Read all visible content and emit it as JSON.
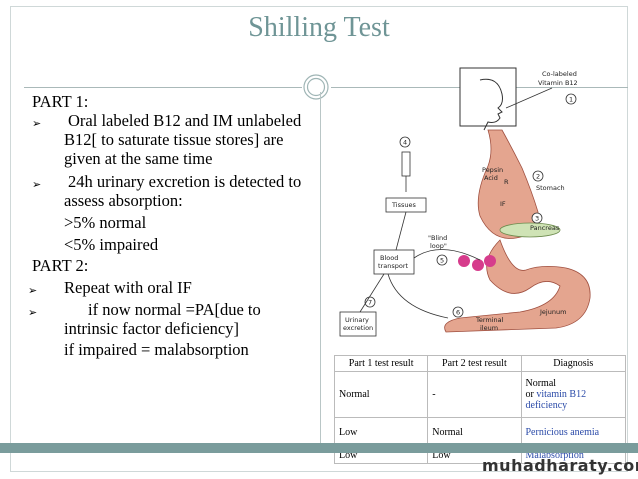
{
  "slide": {
    "title": "Shilling Test"
  },
  "left_text": {
    "part1": "PART 1:",
    "bullet1": "Oral labeled B12 and IM unlabeled B12[ to saturate tissue stores] are given at the same time",
    "bullet2": "24h urinary excretion is detected to assess absorption:",
    "normal": ">5% normal",
    "impaired": "<5% impaired",
    "part2": "PART 2:",
    "bullet3": "Repeat with oral IF",
    "bullet4": "if now normal =PA[due to intrinsic factor deficiency]",
    "malabs": "if impaired = malabsorption"
  },
  "diagram": {
    "co_label_1": "Co-labeled",
    "co_label_2": "Vitamin B12",
    "tissues": "Tissues",
    "blood_1": "Blood",
    "blood_2": "transport",
    "urinary_1": "Urinary",
    "urinary_2": "excretion",
    "pepsin_1": "Pepsin",
    "pepsin_2": "Acid",
    "stomach": "Stomach",
    "r": "R",
    "if": "IF",
    "pancreas": "Pancreas",
    "blind_1": "\"Blind",
    "blind_2": "loop\"",
    "terminal_1": "Terminal",
    "terminal_2": "ileum",
    "jejunum": "Jejunum",
    "step1": "1",
    "step2": "2",
    "step3": "3",
    "step4": "4",
    "step5": "5",
    "step6": "6",
    "step7": "7"
  },
  "table": {
    "headers": [
      "Part 1 test result",
      "Part 2 test result",
      "Diagnosis"
    ],
    "row1": {
      "p1": "Normal",
      "p2": "-",
      "diag_a": "Normal",
      "diag_b_pre": "or ",
      "diag_b": "vitamin B12",
      "diag_c": "deficiency"
    },
    "row2": {
      "p1": "Low",
      "p2": "Normal",
      "diag": "Pernicious anemia"
    },
    "row3": {
      "p1": "Low",
      "p2": "Low",
      "diag": "Malabsorption"
    }
  },
  "watermark": "muhadharaty.com",
  "colors": {
    "title": "#6f9596",
    "bar": "#7a9c9c",
    "gut": "#e4a58f",
    "pancreas": "#cfe3b5",
    "cobalamin": "#d63c8c"
  }
}
